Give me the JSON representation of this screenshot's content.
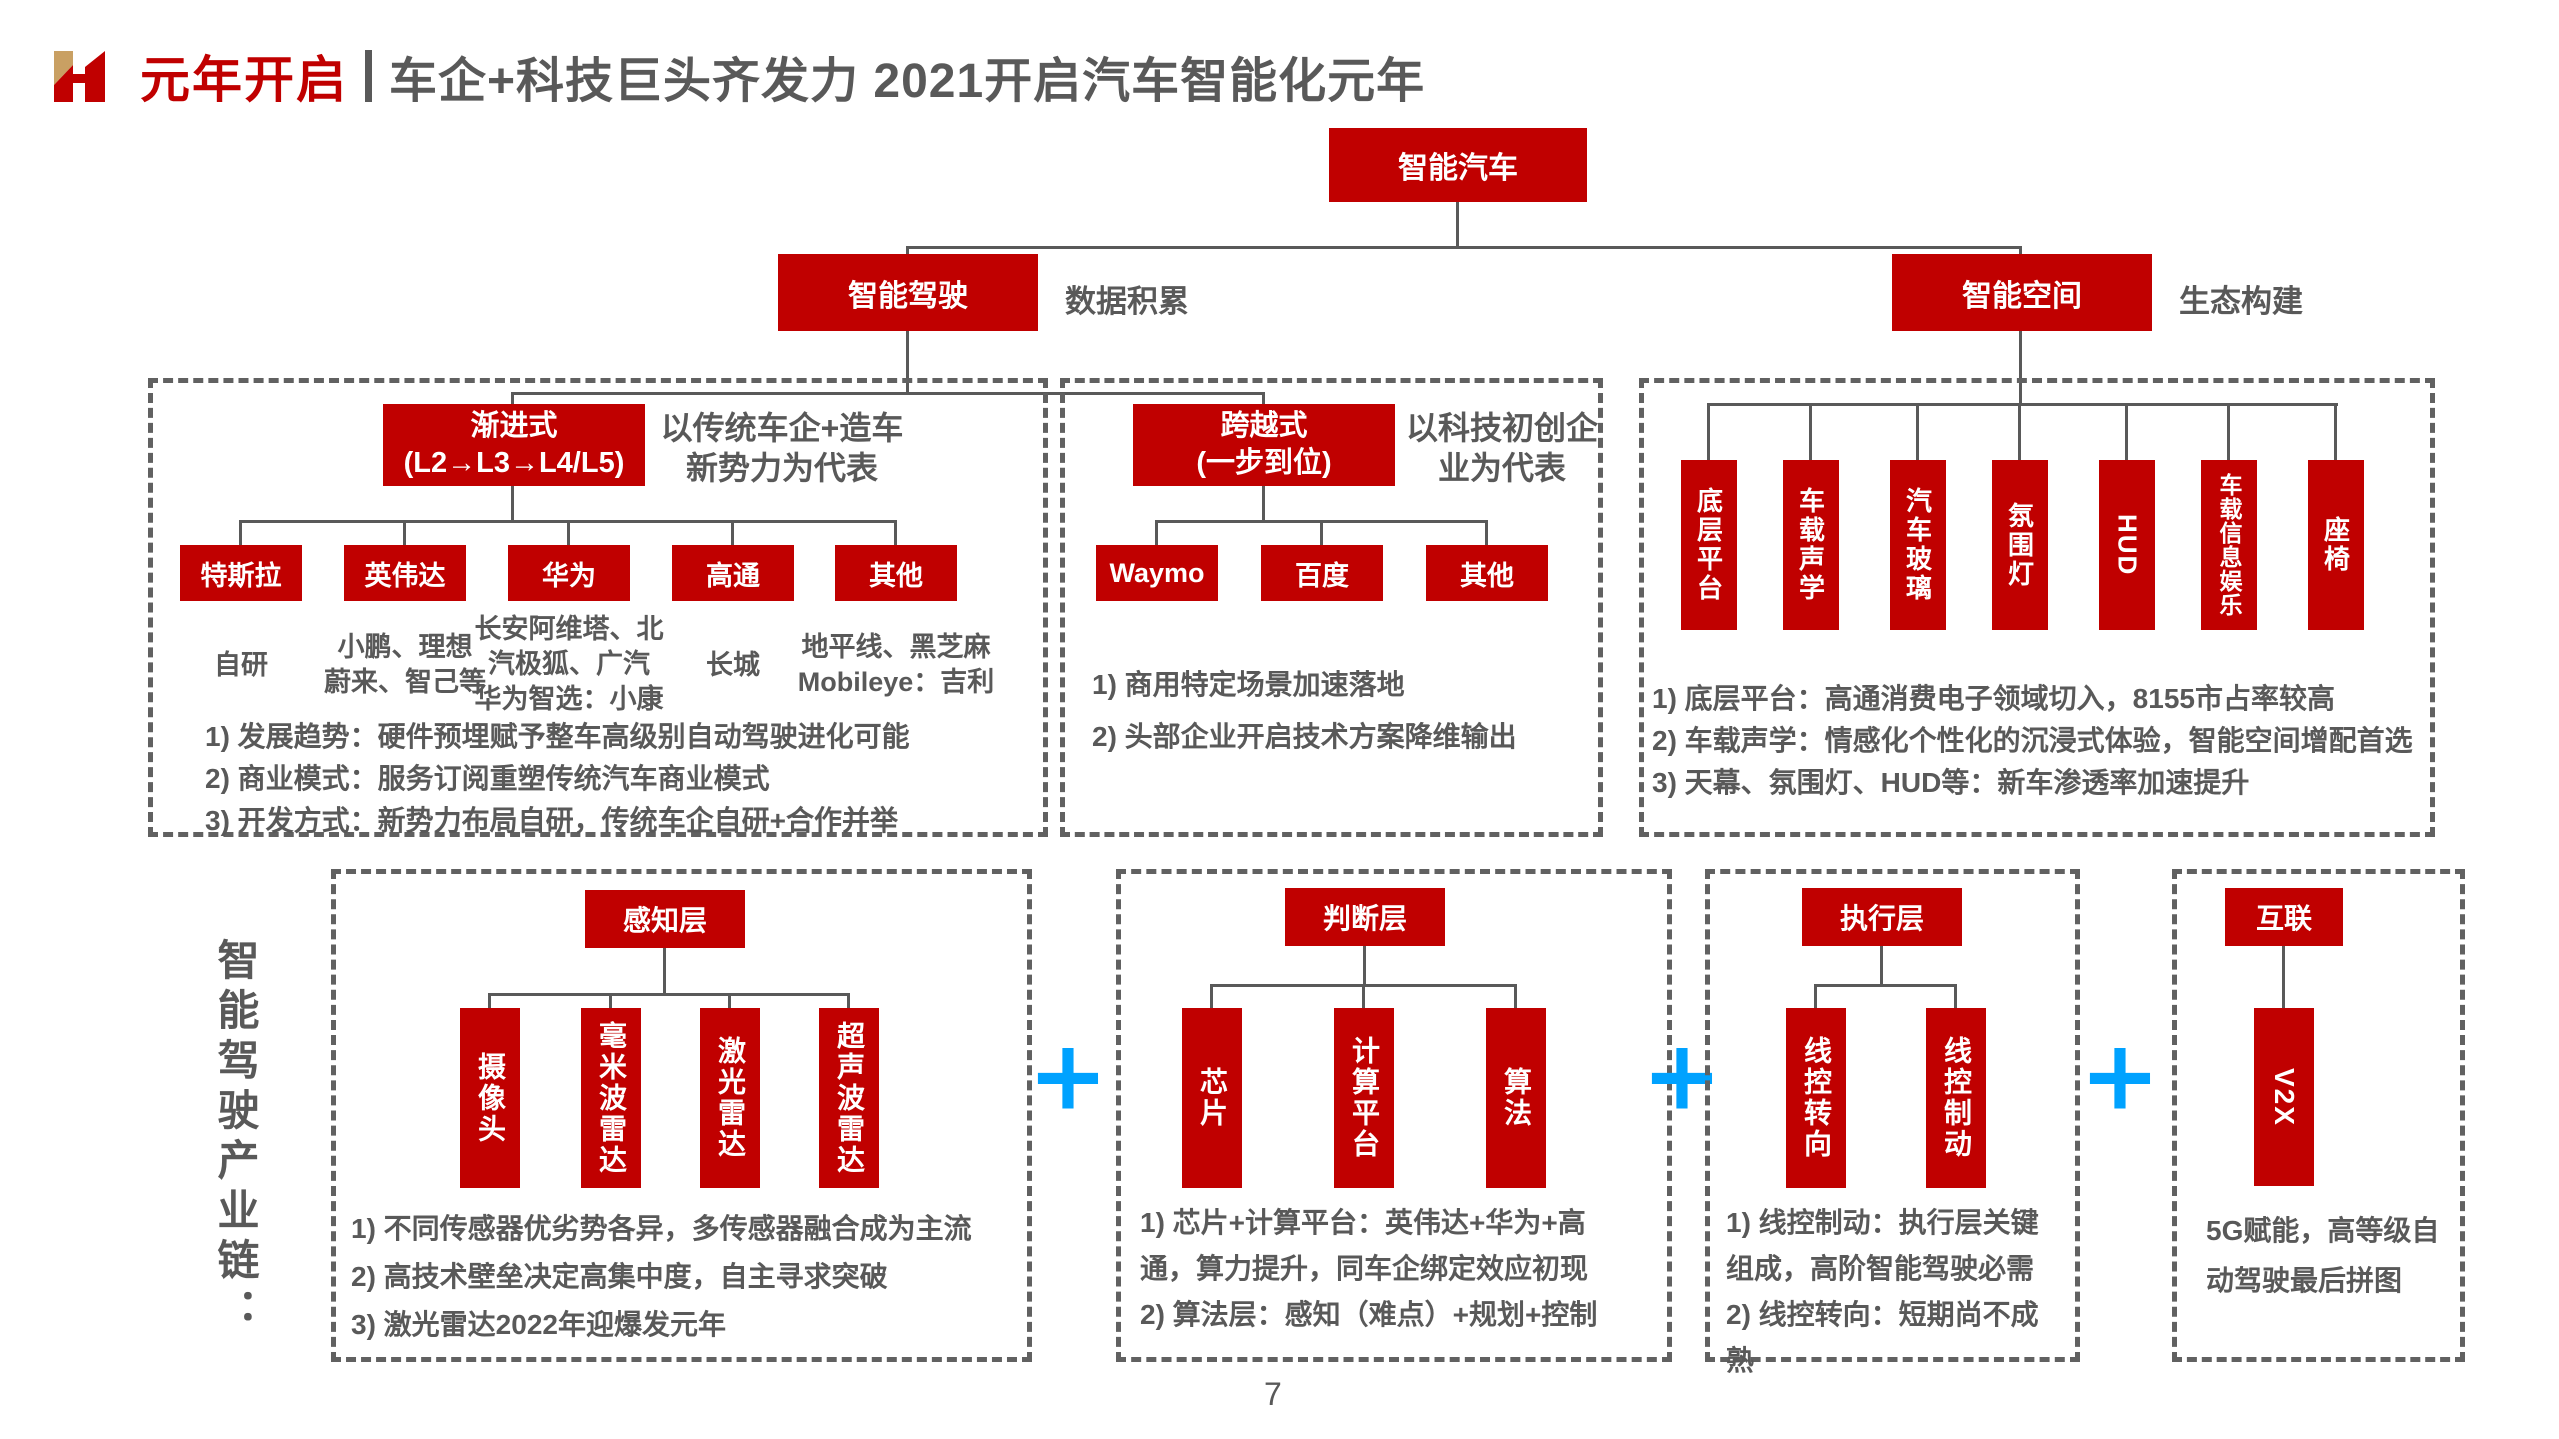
{
  "header": {
    "logo_icon": "two-tone-H",
    "title_highlight": "元年开启",
    "title_rest": "车企+科技巨头齐发力 2021开启汽车智能化元年"
  },
  "tree": {
    "root": "智能汽车",
    "driving": {
      "label": "智能驾驶",
      "note": "数据积累"
    },
    "space": {
      "label": "智能空间",
      "note": "生态构建"
    }
  },
  "progressive": {
    "title": "渐进式",
    "subtitle": "(L2→L3→L4/L5)",
    "side_text": "以传统车企+造车\n新势力为代表",
    "children": [
      {
        "label": "特斯拉",
        "sub": "自研"
      },
      {
        "label": "英伟达",
        "sub": "小鹏、理想\n蔚来、智己等"
      },
      {
        "label": "华为",
        "sub": "长安阿维塔、北\n汽极狐、广汽\n华为智选：小康"
      },
      {
        "label": "高通",
        "sub": "长城"
      },
      {
        "label": "其他",
        "sub": "地平线、黑芝麻\nMobileye：吉利"
      }
    ],
    "notes": [
      "1) 发展趋势：硬件预埋赋予整车高级别自动驾驶进化可能",
      "2) 商业模式：服务订阅重塑传统汽车商业模式",
      "3) 开发方式：新势力布局自研，传统车企自研+合作并举"
    ]
  },
  "leapfrog": {
    "title": "跨越式",
    "subtitle": "(一步到位)",
    "side_text": "以科技初创企\n业为代表",
    "children": [
      {
        "label": "Waymo"
      },
      {
        "label": "百度"
      },
      {
        "label": "其他"
      }
    ],
    "notes": [
      "1) 商用特定场景加速落地",
      "2) 头部企业开启技术方案降维输出"
    ]
  },
  "smart_space": {
    "children": [
      "底层平台",
      "车载声学",
      "汽车玻璃",
      "氛围灯",
      "HUD",
      "车载信息娱乐",
      "座椅"
    ],
    "notes": [
      "1) 底层平台：高通消费电子领域切入，8155市占率较高",
      "2) 车载声学：情感化个性化的沉浸式体验，智能空间增配首选",
      "3) 天幕、氛围灯、HUD等：新车渗透率加速提升"
    ]
  },
  "industry_chain": {
    "side_label": "智能驾驶产业链：",
    "plus": "+",
    "perception": {
      "title": "感知层",
      "children": [
        "摄像头",
        "毫米波雷达",
        "激光雷达",
        "超声波雷达"
      ],
      "notes": [
        "1) 不同传感器优劣势各异，多传感器融合成为主流",
        "2) 高技术壁垒决定高集中度，自主寻求突破",
        "3) 激光雷达2022年迎爆发元年"
      ]
    },
    "judgment": {
      "title": "判断层",
      "children": [
        "芯片",
        "计算平台",
        "算法"
      ],
      "notes": [
        "1) 芯片+计算平台：英伟达+华为+高通，算力提升，同车企绑定效应初现",
        "2) 算法层：感知（难点）+规划+控制"
      ]
    },
    "execution": {
      "title": "执行层",
      "children": [
        "线控转向",
        "线控制动"
      ],
      "notes": [
        "1) 线控制动：执行层关键组成，高阶智能驾驶必需",
        "2) 线控转向：短期尚不成熟"
      ]
    },
    "connectivity": {
      "title": "互联",
      "children": [
        "V2X"
      ],
      "note": "5G赋能，高等级自动驾驶最后拼图"
    }
  },
  "page_number": "7",
  "colors": {
    "red": "#C00000",
    "gray": "#595959",
    "blue": "#00A2FF",
    "gold": "#C9A063"
  }
}
